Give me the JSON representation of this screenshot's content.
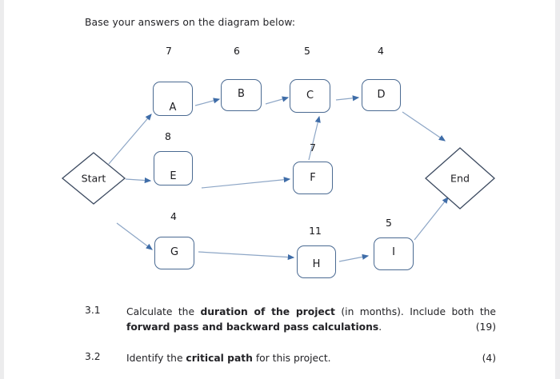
{
  "page": {
    "intro": "Base your answers on the diagram below:",
    "accent_color": "#4a6a92",
    "arrow_color": "#5b82b0",
    "text_color": "#222226",
    "background": "#ffffff"
  },
  "diagram": {
    "type": "activity-on-node-network",
    "terminals": [
      {
        "id": "start",
        "label": "Start"
      },
      {
        "id": "end",
        "label": "End"
      }
    ],
    "activities": [
      {
        "id": "A",
        "label": "A",
        "duration": "7"
      },
      {
        "id": "B",
        "label": "B",
        "duration": "6"
      },
      {
        "id": "C",
        "label": "C",
        "duration": "5"
      },
      {
        "id": "D",
        "label": "D",
        "duration": "4"
      },
      {
        "id": "E",
        "label": "E",
        "duration": "8"
      },
      {
        "id": "F",
        "label": "F",
        "duration": "7"
      },
      {
        "id": "G",
        "label": "G",
        "duration": "4"
      },
      {
        "id": "H",
        "label": "H",
        "duration": "11"
      },
      {
        "id": "I",
        "label": "I",
        "duration": "5"
      }
    ],
    "links": [
      {
        "from": "Start",
        "to": "A"
      },
      {
        "from": "Start",
        "to": "E"
      },
      {
        "from": "Start",
        "to": "G"
      },
      {
        "from": "A",
        "to": "B"
      },
      {
        "from": "B",
        "to": "C"
      },
      {
        "from": "C",
        "to": "D"
      },
      {
        "from": "E",
        "to": "F"
      },
      {
        "from": "F",
        "to": "C"
      },
      {
        "from": "G",
        "to": "H"
      },
      {
        "from": "H",
        "to": "I"
      },
      {
        "from": "D",
        "to": "End"
      },
      {
        "from": "I",
        "to": "End"
      }
    ]
  },
  "questions": [
    {
      "number": "3.1",
      "text_part1": "Calculate the ",
      "bold1": "duration of the project",
      "text_part2": " (in months). Include both the ",
      "bold2": "forward pass and backward pass calculations",
      "text_part3": ".",
      "marks": "(19)"
    },
    {
      "number": "3.2",
      "text_part1": "Identify the ",
      "bold1": "critical path",
      "text_part2": " for this project.",
      "bold2": "",
      "text_part3": "",
      "marks": "(4)"
    }
  ]
}
